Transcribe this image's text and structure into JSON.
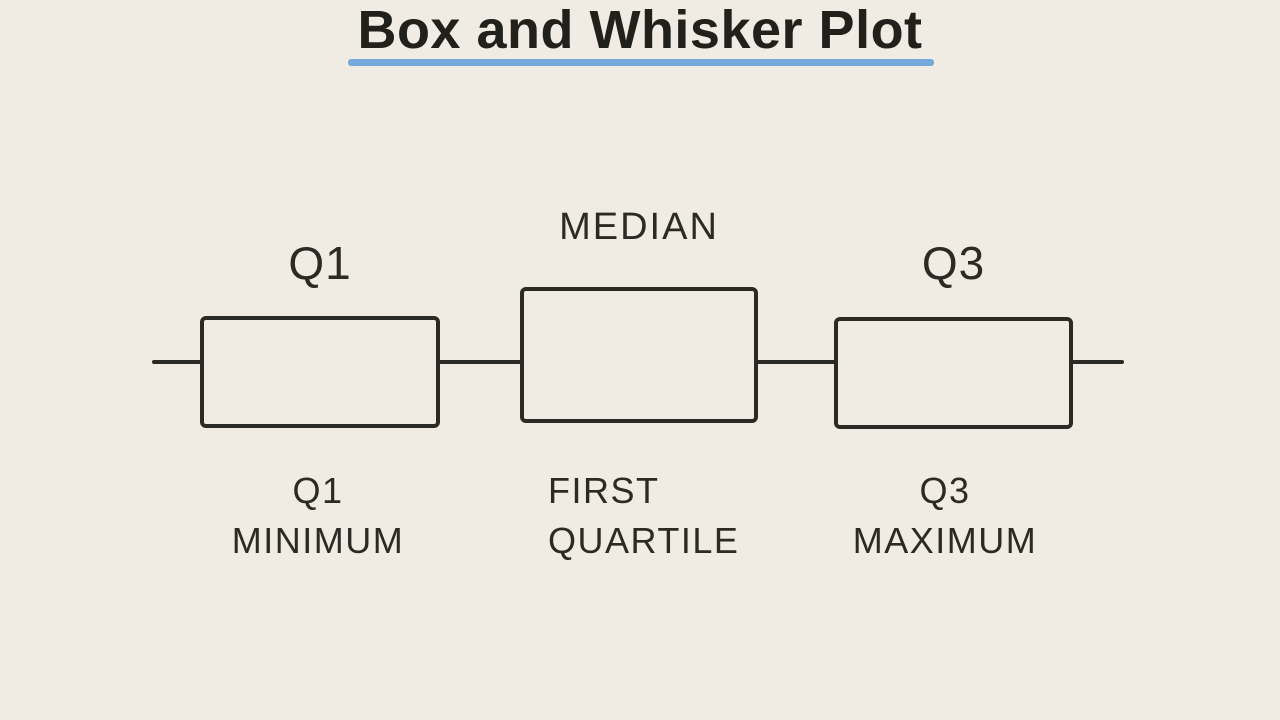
{
  "colors": {
    "background": "#f1ece3",
    "stroke": "#2b2a25",
    "title_text": "#21201b",
    "title_underline": "#74aad9"
  },
  "title": {
    "text": "Box and Whisker Plot"
  },
  "diagram": {
    "type": "box-and-whisker-schematic",
    "boxes": [
      {
        "id": "left-box",
        "top_label": "Q1",
        "bottom_label_lines": {
          "line1": "Q1",
          "line2": "MINIMUM"
        }
      },
      {
        "id": "middle-box",
        "top_label": "MEDIAN",
        "bottom_label_lines": {
          "line1": "FIRST",
          "line2": "QUARTILE"
        }
      },
      {
        "id": "right-box",
        "top_label": "Q3",
        "bottom_label_lines": {
          "line1": "Q3",
          "line2": "MAXIMUM"
        }
      }
    ],
    "lines": [
      "left-whisker",
      "connector-left-to-middle",
      "connector-middle-to-right",
      "right-whisker"
    ]
  }
}
